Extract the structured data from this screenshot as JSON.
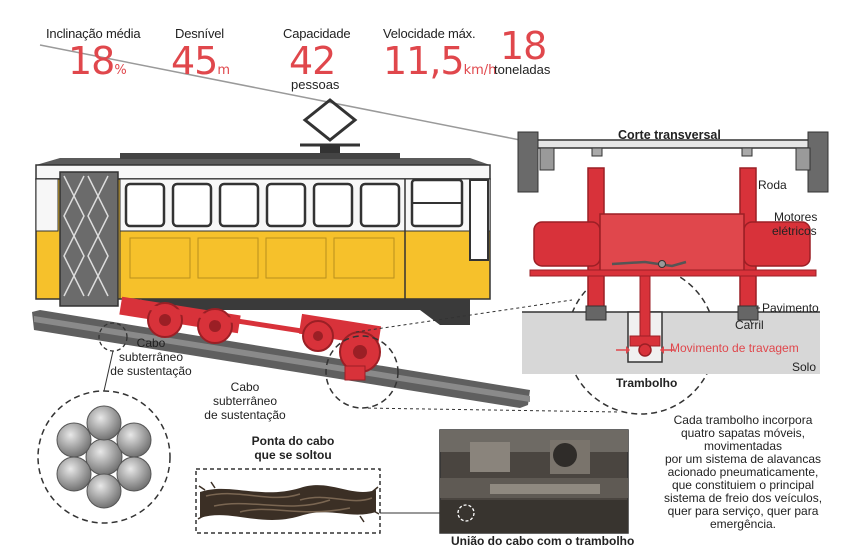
{
  "stats": [
    {
      "label": "Inclinação média",
      "value": "18",
      "unit": "%",
      "sub": ""
    },
    {
      "label": "Desnível",
      "value": "45",
      "unit": "m",
      "sub": ""
    },
    {
      "label": "Capacidade",
      "value": "42",
      "unit": "",
      "sub": "pessoas"
    },
    {
      "label": "Velocidade máx.",
      "value": "11,5",
      "unit": "km/h",
      "sub": ""
    },
    {
      "label": "",
      "value": "18",
      "unit": "",
      "sub": "toneladas"
    }
  ],
  "cross_section": {
    "title": "Corte transversal",
    "roda": "Roda",
    "motores_line1": "Motores",
    "motores_line2": "elétricos",
    "pavimento": "Pavimento",
    "carril": "Carril",
    "solo": "Solo",
    "movimento": "Movimento de travagem",
    "trambolho": "Trambolho"
  },
  "cable_labels": {
    "a_line1": "Cabo",
    "a_line2": "subterrâneo",
    "a_line3": "de sustentação",
    "b_line1": "Cabo",
    "b_line2": "subterrâneo",
    "b_line3": "de sustentação"
  },
  "photo_labels": {
    "ponta_line1": "Ponta do cabo",
    "ponta_line2": "que se soltou",
    "uniao": "União do cabo com o trambolho"
  },
  "description": [
    "Cada trambolho incorpora",
    "quatro sapatas móveis,",
    "movimentadas",
    "por um sistema de alavancas",
    "acionado pneumaticamente,",
    "que constituiem o principal",
    "sistema de freio dos veículos,",
    "quer para serviço, quer para",
    "emergência."
  ],
  "colors": {
    "accent": "#e0474c",
    "tram_yellow": "#f6c12b",
    "bogie_red": "#d8323a",
    "dark": "#333333"
  }
}
